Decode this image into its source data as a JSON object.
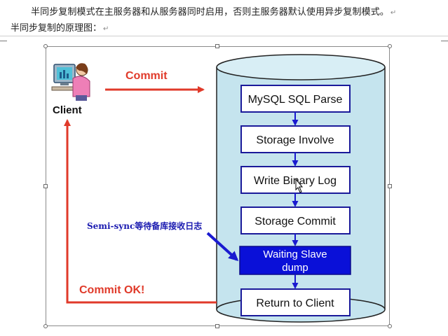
{
  "document": {
    "line1": "半同步复制模式在主服务器和从服务器同时启用，否则主服务器默认使用异步复制模式。",
    "line2": "半同步复制的原理图：",
    "paragraph_mark": "↵"
  },
  "diagram": {
    "client_label": "Client",
    "commit_label": "Commit",
    "commit_ok_label": "Commit OK!",
    "semi_sync_label": "Semi-sync等待备库接收日志",
    "steps": [
      "MySQL SQL Parse",
      "Storage Involve",
      "Write Binary Log",
      "Storage Commit",
      "Waiting Slave",
      "dump",
      "Return to Client"
    ],
    "colors": {
      "cylinder_fill": "#c5e4ee",
      "cylinder_stroke": "#222222",
      "step_box_stroke": "#1a1a9a",
      "highlight_box": "#0a10d8",
      "flow_arrow": "#1a1ad0",
      "commit_arrow": "#e03a2a"
    }
  }
}
